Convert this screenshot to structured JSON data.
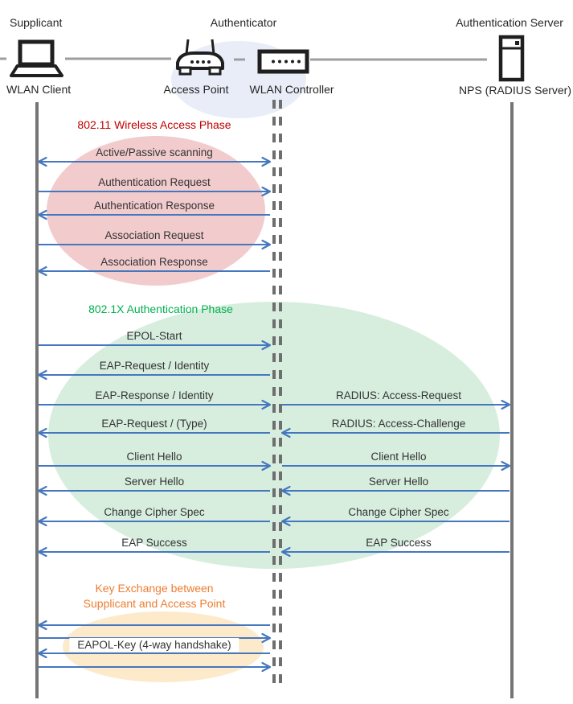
{
  "diagram": {
    "actors": {
      "supplicant_role": "Supplicant",
      "authenticator_role": "Authenticator",
      "server_role": "Authentication Server",
      "supplicant_device": "WLAN Client",
      "ap_device": "Access Point",
      "wlc_device": "WLAN Controller",
      "server_device": "NPS (RADIUS Server)"
    },
    "icons": {
      "supplicant": "laptop-icon",
      "access_point": "wireless-router-icon",
      "wlan_controller": "switch-icon",
      "server": "server-tower-icon"
    },
    "authenticator_highlight_color": "#E9EDF8",
    "arrow_color": "#4577BE",
    "lifeline_color": "#757575",
    "phases": [
      {
        "title": "802.11 Wireless Access Phase",
        "title_color": "#C00000",
        "fill": "#F2CBCD"
      },
      {
        "title": "802.1X Authentication Phase",
        "title_color": "#00B050",
        "fill": "#D7EEDF"
      },
      {
        "title_line1": "Key Exchange between",
        "title_line2": "Supplicant and Access Point",
        "title_color": "#ED7D31",
        "fill": "#FCEACB"
      }
    ],
    "messages": [
      {
        "left": {
          "label": "Active/Passive scanning",
          "dir": "both"
        }
      },
      {
        "left": {
          "label": "Authentication Request",
          "dir": "right"
        }
      },
      {
        "left": {
          "label": "Authentication Response",
          "dir": "left"
        }
      },
      {
        "left": {
          "label": "Association Request",
          "dir": "right"
        }
      },
      {
        "left": {
          "label": "Association Response",
          "dir": "left"
        }
      },
      {
        "left": {
          "label": "EPOL-Start",
          "dir": "right"
        }
      },
      {
        "left": {
          "label": "EAP-Request / Identity",
          "dir": "left"
        }
      },
      {
        "left": {
          "label": "EAP-Response / Identity",
          "dir": "right"
        },
        "right": {
          "label": "RADIUS: Access-Request",
          "dir": "right"
        }
      },
      {
        "left": {
          "label": "EAP-Request / (Type)",
          "dir": "left"
        },
        "right": {
          "label": "RADIUS: Access-Challenge",
          "dir": "left"
        }
      },
      {
        "left": {
          "label": "Client Hello",
          "dir": "right"
        },
        "right": {
          "label": "Client Hello",
          "dir": "right"
        }
      },
      {
        "left": {
          "label": "Server Hello",
          "dir": "left"
        },
        "right": {
          "label": "Server Hello",
          "dir": "left"
        }
      },
      {
        "left": {
          "label": "Change Cipher Spec",
          "dir": "left"
        },
        "right": {
          "label": "Change Cipher Spec",
          "dir": "left"
        }
      },
      {
        "left": {
          "label": "EAP Success",
          "dir": "left"
        },
        "right": {
          "label": "EAP Success",
          "dir": "left"
        }
      },
      {
        "left": {
          "dir": "left"
        }
      },
      {
        "left": {
          "dir": "right"
        }
      },
      {
        "left": {
          "label": "EAPOL-Key (4-way handshake)",
          "dir": "left",
          "label_bg": true
        }
      },
      {
        "left": {
          "dir": "right"
        }
      }
    ]
  }
}
